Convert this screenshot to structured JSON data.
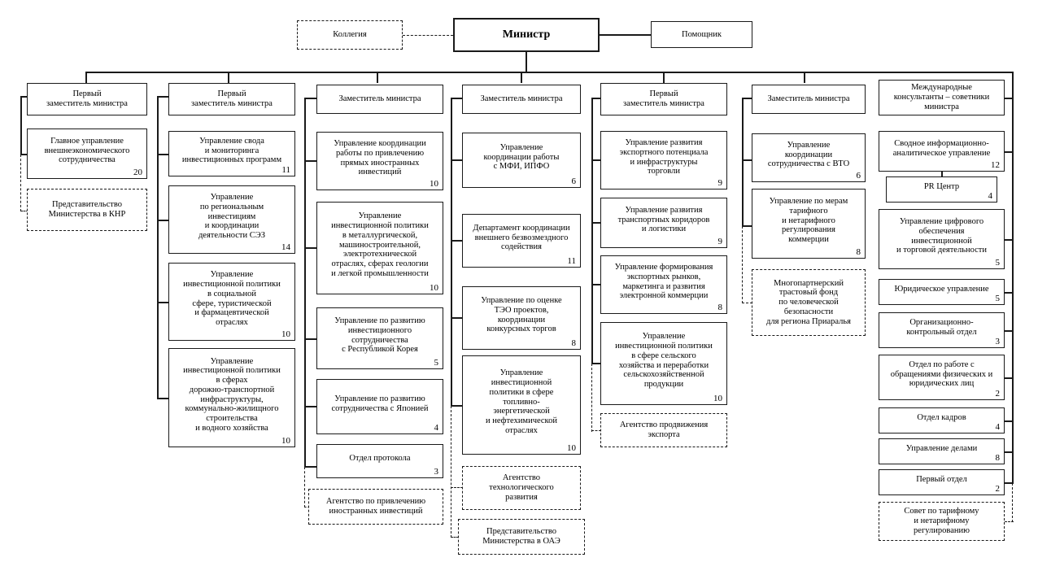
{
  "chart_meta": {
    "type": "org-chart",
    "title": "Организационная структура Министерства",
    "language": "ru",
    "line_color": "#1a1a1a",
    "background": "#ffffff"
  },
  "root": {
    "minister": {
      "label": "Министр"
    },
    "kollegia": {
      "label": "Коллегия"
    },
    "pomoshchnik": {
      "label": "Помощник"
    }
  },
  "columns": [
    {
      "id": "col1",
      "head": {
        "label": "Первый\nзаместитель министра"
      },
      "units": [
        {
          "label": "Главное управление\nвнешнеэкономического\nсотрудничества",
          "num": "20",
          "dashed": false
        },
        {
          "label": "Представительство\nМинистерства в КНР",
          "num": "",
          "dashed": true
        }
      ]
    },
    {
      "id": "col2",
      "head": {
        "label": "Первый\nзаместитель министра"
      },
      "units": [
        {
          "label": "Управление свода\nи мониторинга\nинвестиционных программ",
          "num": "11",
          "dashed": false
        },
        {
          "label": "Управление\nпо региональным\nинвестициям\nи координации\nдеятельности СЭЗ",
          "num": "14",
          "dashed": false
        },
        {
          "label": "Управление\nинвестиционной политики\nв социальной\nсфере, туристической\nи фармацевтической\nотраслях",
          "num": "10",
          "dashed": false
        },
        {
          "label": "Управление\nинвестиционной политики\nв сферах\nдорожно-транспортной\nинфраструктуры,\nкоммунально-жилищного\nстроительства\nи водного хозяйства",
          "num": "10",
          "dashed": false
        }
      ]
    },
    {
      "id": "col3",
      "head": {
        "label": "Заместитель министра"
      },
      "units": [
        {
          "label": "Управление координации\nработы по привлечению\nпрямых иностранных\nинвестиций",
          "num": "10",
          "dashed": false
        },
        {
          "label": "Управление\nинвестиционной политики\nв металлургической,\nмашиностроительной,\nэлектротехнической\nотраслях, сферах геологии\nи легкой промышленности",
          "num": "10",
          "dashed": false
        },
        {
          "label": "Управление по развитию\nинвестиционного\nсотрудничества\nс Республикой Корея",
          "num": "5",
          "dashed": false
        },
        {
          "label": "Управление по развитию\nсотрудничества с Японией",
          "num": "4",
          "dashed": false
        },
        {
          "label": "Отдел протокола",
          "num": "3",
          "dashed": false
        },
        {
          "label": "Агентство по привлечению\nиностранных инвестиций",
          "num": "",
          "dashed": true
        }
      ]
    },
    {
      "id": "col4",
      "head": {
        "label": "Заместитель министра"
      },
      "units": [
        {
          "label": "Управление\nкоординации работы\nс МФИ, ИПФО",
          "num": "6",
          "dashed": false
        },
        {
          "label": "Департамент координации\nвнешнего безвозмездного\nсодействия",
          "num": "11",
          "dashed": false
        },
        {
          "label": "Управление по оценке\nТЭО проектов,\nкоординации\nконкурсных торгов",
          "num": "8",
          "dashed": false
        },
        {
          "label": "Управление\nинвестиционной\nполитики в сфере\nтопливно-\nэнергетической\nи нефтехимической\nотраслях",
          "num": "10",
          "dashed": false
        },
        {
          "label": "Агентство\nтехнологического\nразвития",
          "num": "",
          "dashed": true
        },
        {
          "label": "Представительство\nМинистерства в ОАЭ",
          "num": "",
          "dashed": true
        }
      ]
    },
    {
      "id": "col5",
      "head": {
        "label": "Первый\nзаместитель министра"
      },
      "units": [
        {
          "label": "Управление развития\nэкспортного потенциала\nи инфраструктуры\nторговли",
          "num": "9",
          "dashed": false
        },
        {
          "label": "Управление развития\nтранспортных коридоров\nи логистики",
          "num": "9",
          "dashed": false
        },
        {
          "label": "Управление формирования\nэкспортных рынков,\nмаркетинга и развития\nэлектронной коммерции",
          "num": "8",
          "dashed": false
        },
        {
          "label": "Управление\nинвестиционной политики\nв сфере сельского\nхозяйства и переработки\nсельскохозяйственной\nпродукции",
          "num": "10",
          "dashed": false
        },
        {
          "label": "Агентство продвижения\nэкспорта",
          "num": "",
          "dashed": true
        }
      ]
    },
    {
      "id": "col6",
      "head": {
        "label": "Заместитель министра"
      },
      "units": [
        {
          "label": "Управление\nкоординации\nсотрудничества с ВТО",
          "num": "6",
          "dashed": false
        },
        {
          "label": "Управление по мерам\nтарифного\nи нетарифного\nрегулирования\nкоммерции",
          "num": "8",
          "dashed": false
        },
        {
          "label": "Многопартнерский\nтрастовый фонд\nпо человеческой\nбезопасности\nдля региона Приаралья",
          "num": "",
          "dashed": true
        }
      ]
    },
    {
      "id": "col7",
      "head": {
        "label": "Международные\nконсультанты – советники\nминистра"
      },
      "units": [
        {
          "label": "Сводное информационно-\nаналитическое управление",
          "num": "12",
          "dashed": false
        },
        {
          "label": "PR Центр",
          "num": "4",
          "dashed": false
        },
        {
          "label": "Управление цифрового\nобеспечения\nинвестиционной\nи торговой деятельности",
          "num": "5",
          "dashed": false
        },
        {
          "label": "Юридическое управление",
          "num": "5",
          "dashed": false
        },
        {
          "label": "Организационно-\nконтрольный отдел",
          "num": "3",
          "dashed": false
        },
        {
          "label": "Отдел по работе с\nобращениями физических и\nюридических лиц",
          "num": "2",
          "dashed": false
        },
        {
          "label": "Отдел кадров",
          "num": "4",
          "dashed": false
        },
        {
          "label": "Управление делами",
          "num": "8",
          "dashed": false
        },
        {
          "label": "Первый отдел",
          "num": "2",
          "dashed": false
        },
        {
          "label": "Совет по тарифному\nи нетарифному\nрегулированию",
          "num": "",
          "dashed": true
        }
      ]
    }
  ]
}
